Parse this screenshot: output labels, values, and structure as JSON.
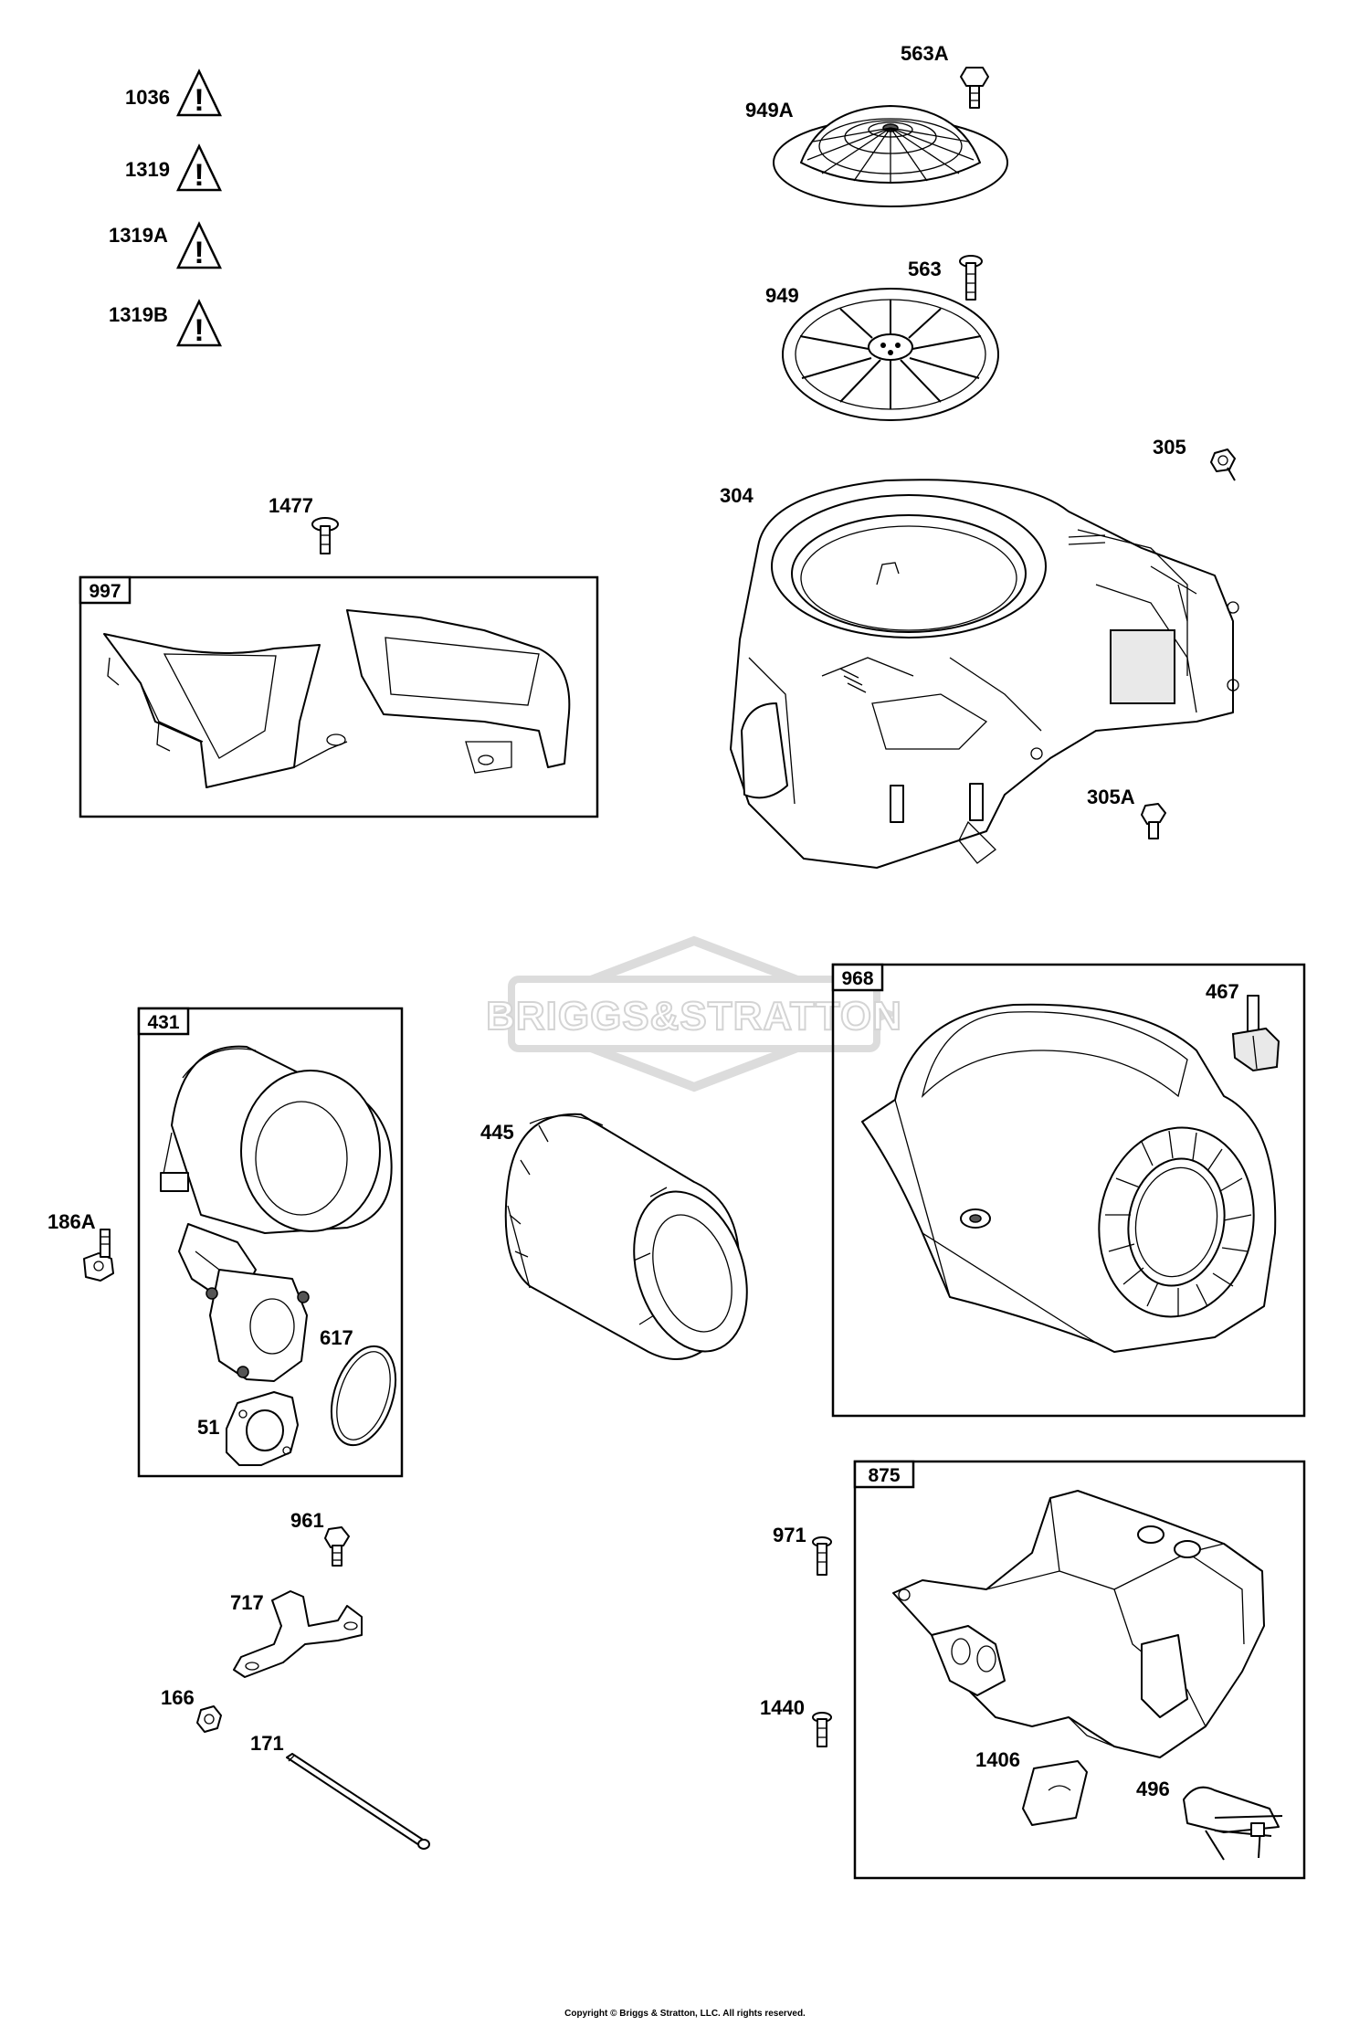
{
  "watermark": {
    "brand": "BRIGGS&STRATTON"
  },
  "copyright": "Copyright © Briggs & Stratton, LLC. All rights reserved.",
  "warnings": [
    {
      "label": "1036",
      "symbol": "!"
    },
    {
      "label": "1319",
      "symbol": "!"
    },
    {
      "label": "1319A",
      "symbol": "!"
    },
    {
      "label": "1319B",
      "symbol": "!"
    }
  ],
  "boxes": {
    "b997": "997",
    "b431": "431",
    "b968": "968",
    "b875": "875"
  },
  "parts": {
    "p563A": "563A",
    "p949A": "949A",
    "p563": "563",
    "p949": "949",
    "p305": "305",
    "p304": "304",
    "p305A": "305A",
    "p1477": "1477",
    "p467": "467",
    "p445": "445",
    "p186A": "186A",
    "p617": "617",
    "p51": "51",
    "p961": "961",
    "p717": "717",
    "p166": "166",
    "p171": "171",
    "p971": "971",
    "p1440": "1440",
    "p1406": "1406",
    "p496": "496"
  }
}
